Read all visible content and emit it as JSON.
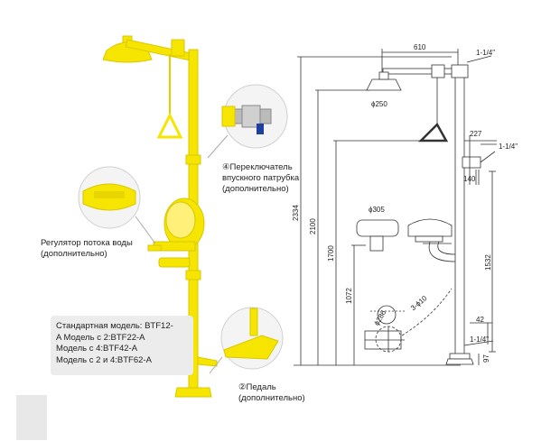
{
  "labels": {
    "valve_switch": [
      "④Переключатель",
      "впускного патрубка",
      "(дополнительно)"
    ],
    "flow_regulator": [
      "Регулятор потока воды",
      "(дополнительно)"
    ],
    "pedal": [
      "②Педаль",
      "(дополнительно)"
    ]
  },
  "model_box": [
    "Стандартная модель: BTF12-",
    "A Модель с 2:BTF22-A",
    "Модель с 4:BTF42-A",
    "Модель с 2 и 4:BTF62-A"
  ],
  "dimensions": {
    "d610": "610",
    "d1_1_4_top": "1-1/4\"",
    "d250": "ϕ250",
    "d227": "227",
    "d1_1_4_mid": "1-1/4\"",
    "d140": "140",
    "d2334": "2334",
    "d2100": "2100",
    "d305": "ϕ305",
    "d1700": "1700",
    "d1532": "1532",
    "d1072": "1072",
    "d286": "ϕ286",
    "d3_10": "3-ϕ10",
    "d42": "42",
    "d1_1_4_bot": "1-1/4\"",
    "d97": "97"
  },
  "colors": {
    "yellow": "#f5e500",
    "yellow_dark": "#d9c800",
    "line": "#333333"
  }
}
